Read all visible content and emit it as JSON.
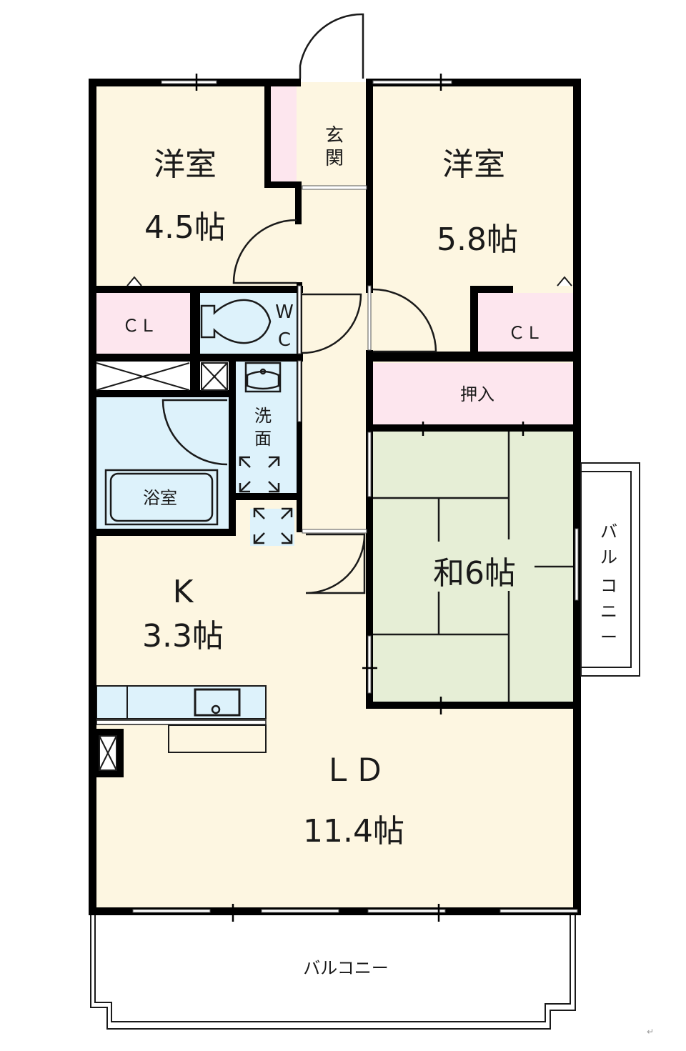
{
  "floorplan": {
    "colors": {
      "wall": "#000000",
      "living_floor": "#fdf6e1",
      "closet": "#fde6ee",
      "wet_area": "#ddf2fb",
      "tatami": "#e6eed6",
      "outside": "#ffffff"
    },
    "rooms": {
      "western_room_1": {
        "name": "洋室",
        "size": "4.5帖"
      },
      "western_room_2": {
        "name": "洋室",
        "size": "5.8帖"
      },
      "entrance": {
        "name_line1": "玄",
        "name_line2": "関"
      },
      "closet_1": {
        "name": "ＣＬ"
      },
      "closet_2": {
        "name": "ＣＬ"
      },
      "toilet": {
        "name_line1": "W",
        "name_line2": "C"
      },
      "oshiire": {
        "name": "押入"
      },
      "washroom": {
        "name_line1": "洗",
        "name_line2": "面"
      },
      "bathroom": {
        "name": "浴室"
      },
      "japanese_room": {
        "name": "和6帖"
      },
      "kitchen": {
        "name": "K",
        "size": "3.3帖"
      },
      "living_dining": {
        "name": "ＬＤ",
        "size": "11.4帖"
      },
      "side_balcony": {
        "chars": [
          "バ",
          "ル",
          "コ",
          "ニ",
          "ー"
        ]
      },
      "main_balcony": {
        "name": "バルコニー"
      }
    },
    "corner_mark": "↵"
  }
}
